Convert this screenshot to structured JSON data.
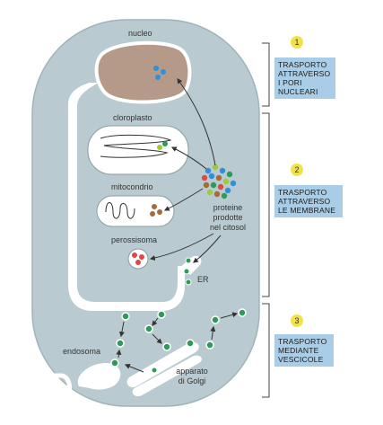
{
  "labels": {
    "nucleus": "nucleo",
    "chloroplast": "cloroplasto",
    "mitochondrion": "mitocondrio",
    "peroxisome": "perossisoma",
    "cytosol_proteins": [
      "proteine",
      "prodotte",
      "nel citosol"
    ],
    "er": "ER",
    "endosome": "endosoma",
    "golgi": [
      "apparato",
      "di Golgi"
    ]
  },
  "steps": [
    {
      "number": "1",
      "lines": [
        "TRASPORTO",
        "ATTRAVERSO",
        "I PORI",
        "NUCLEARI"
      ]
    },
    {
      "number": "2",
      "lines": [
        "TRASPORTO",
        "ATTRAVERSO",
        "LE MEMBRANE"
      ]
    },
    {
      "number": "3",
      "lines": [
        "TRASPORTO",
        "MEDIANTE",
        "VESCICOLE"
      ]
    }
  ],
  "colors": {
    "cytosol": "#b9cbd0",
    "cytosol_edge": "#9fb4ba",
    "nucleus": "#b59a8a",
    "membrane": "#ffffff",
    "step_box": "#a9cde6",
    "badge": "#f2e24a",
    "vesicle": "#2e9a5a",
    "protein_blue": "#2f8fd8",
    "protein_green": "#9ccc3b",
    "protein_brown": "#a86a3a",
    "protein_red": "#e04848"
  }
}
